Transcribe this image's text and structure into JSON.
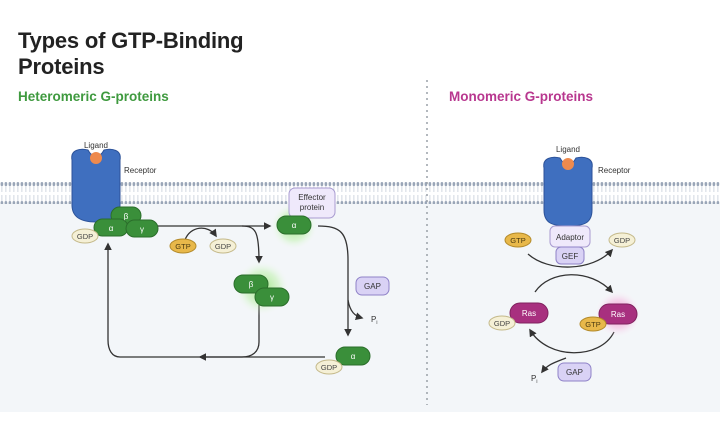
{
  "title": "Types of GTP-Binding Proteins",
  "colors": {
    "heteromeric_accent": "#3f9a3f",
    "monomeric_accent": "#b8378f",
    "receptor": "#3f6fbf",
    "ligand": "#ee8a4e",
    "g_protein": "#3a8f3a",
    "ras": "#a8307f",
    "gtp": "#e8b84a",
    "gdp": "#f5f0d6",
    "gap_gef": "#d9d2f5",
    "cytoplasm": "#f3f6f9"
  },
  "heteromeric": {
    "heading": "Heteromeric G-proteins",
    "ligand_label": "Ligand",
    "receptor_label": "Receptor",
    "alpha": "α",
    "beta": "β",
    "gamma": "γ",
    "gdp": "GDP",
    "gtp": "GTP",
    "effector_label_line1": "Effector",
    "effector_label_line2": "protein",
    "gap": "GAP",
    "pi": "P",
    "pi_sub": "i"
  },
  "monomeric": {
    "heading": "Monomeric G-proteins",
    "ligand_label": "Ligand",
    "receptor_label": "Receptor",
    "adaptor": "Adaptor",
    "gef": "GEF",
    "gtp": "GTP",
    "gdp": "GDP",
    "ras": "Ras",
    "gap": "GAP",
    "pi": "P",
    "pi_sub": "i"
  }
}
